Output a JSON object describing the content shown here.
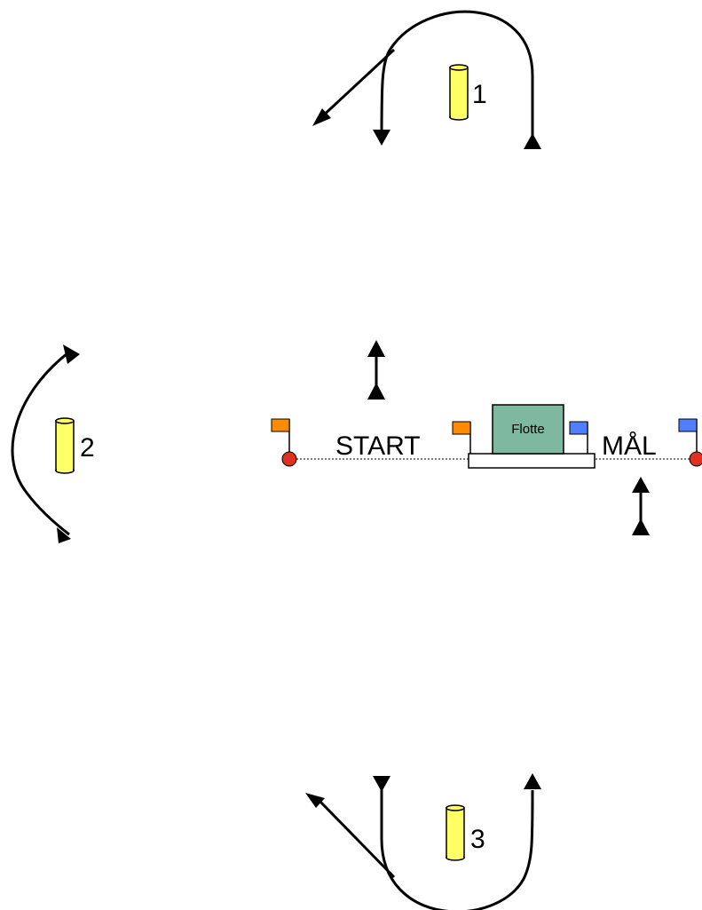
{
  "labels": {
    "buoy_1": "1",
    "buoy_2": "2",
    "buoy_3": "3",
    "start": "START",
    "finish": "MÅL",
    "raft": "Flotte"
  },
  "colors": {
    "buoy_fill": "#ffff66",
    "raft_fill": "#7fb8a0",
    "start_flag": "#ff8c00",
    "finish_flag": "#4f7fff",
    "mark_ball": "#e03020",
    "line": "#000000"
  }
}
